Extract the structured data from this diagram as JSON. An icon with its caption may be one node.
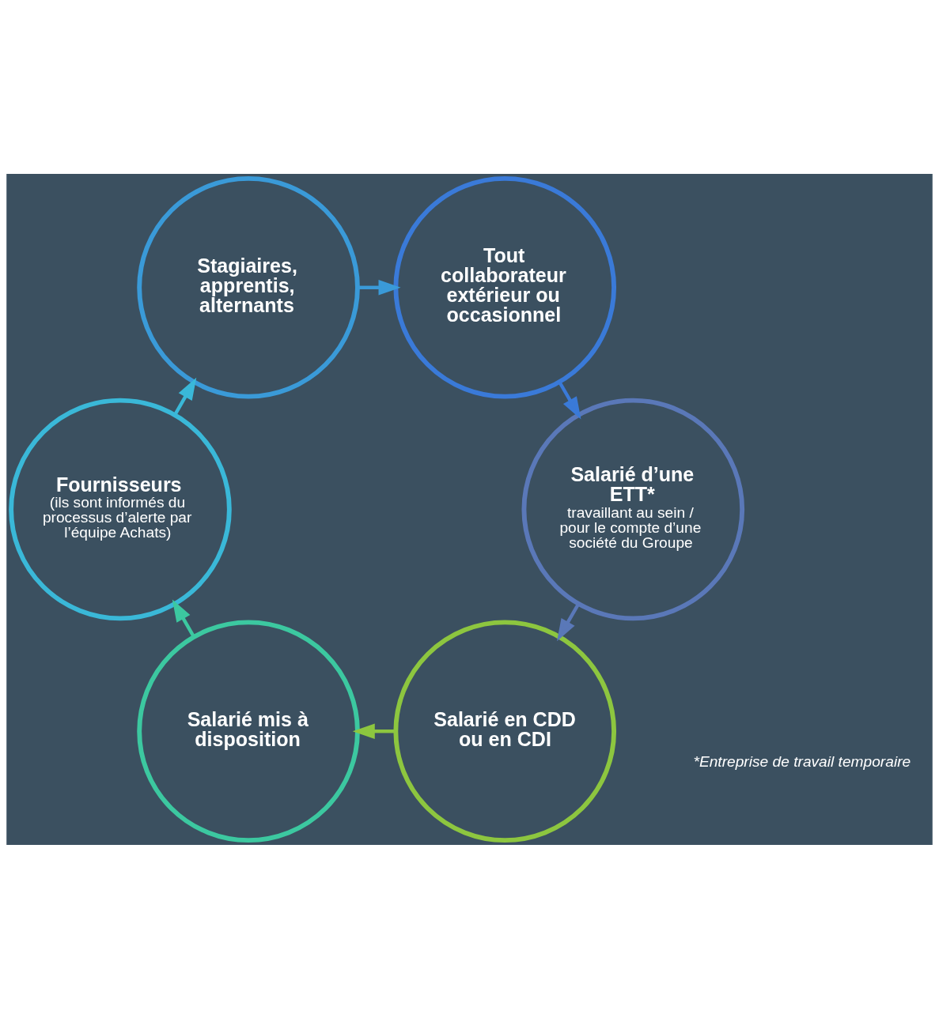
{
  "diagram": {
    "nodes": [
      {
        "text": [
          "Salarié en CDD ou en CDI"
        ]
      },
      {
        "text": [
          "Salarié mis à disposition"
        ]
      },
      {
        "text": [
          "Fournisseurs",
          "(ils sont informés du processus d’alerte par l’équipe Achats)"
        ]
      },
      {
        "text": [
          "Stagiaires, apprentis, alternants"
        ]
      },
      {
        "text": [
          "Tout collaborateur extérieur ou occasionnel"
        ]
      },
      {
        "text": [
          "Salarié d’une ETT*",
          "travaillant au sein / pour le compte d’une société du Groupe"
        ]
      }
    ],
    "edges": [
      {
        "from": 0,
        "to": 1,
        "arrow": "to",
        "color": "#8dc63f"
      },
      {
        "from": 1,
        "to": 2,
        "arrow": "to",
        "color": "#3cc8a0"
      },
      {
        "from": 2,
        "to": 3,
        "arrow": "to",
        "color": "#3ab8d8"
      },
      {
        "from": 3,
        "to": 4,
        "arrow": "to",
        "color": "#3a9ad8"
      },
      {
        "from": 4,
        "to": 5,
        "arrow": "to",
        "color": "#3a7ad8"
      },
      {
        "from": 5,
        "to": 0,
        "arrow": "to",
        "color": "#5a78b8"
      }
    ],
    "labels": [
      "*Entreprise de travail temporaire"
    ]
  }
}
